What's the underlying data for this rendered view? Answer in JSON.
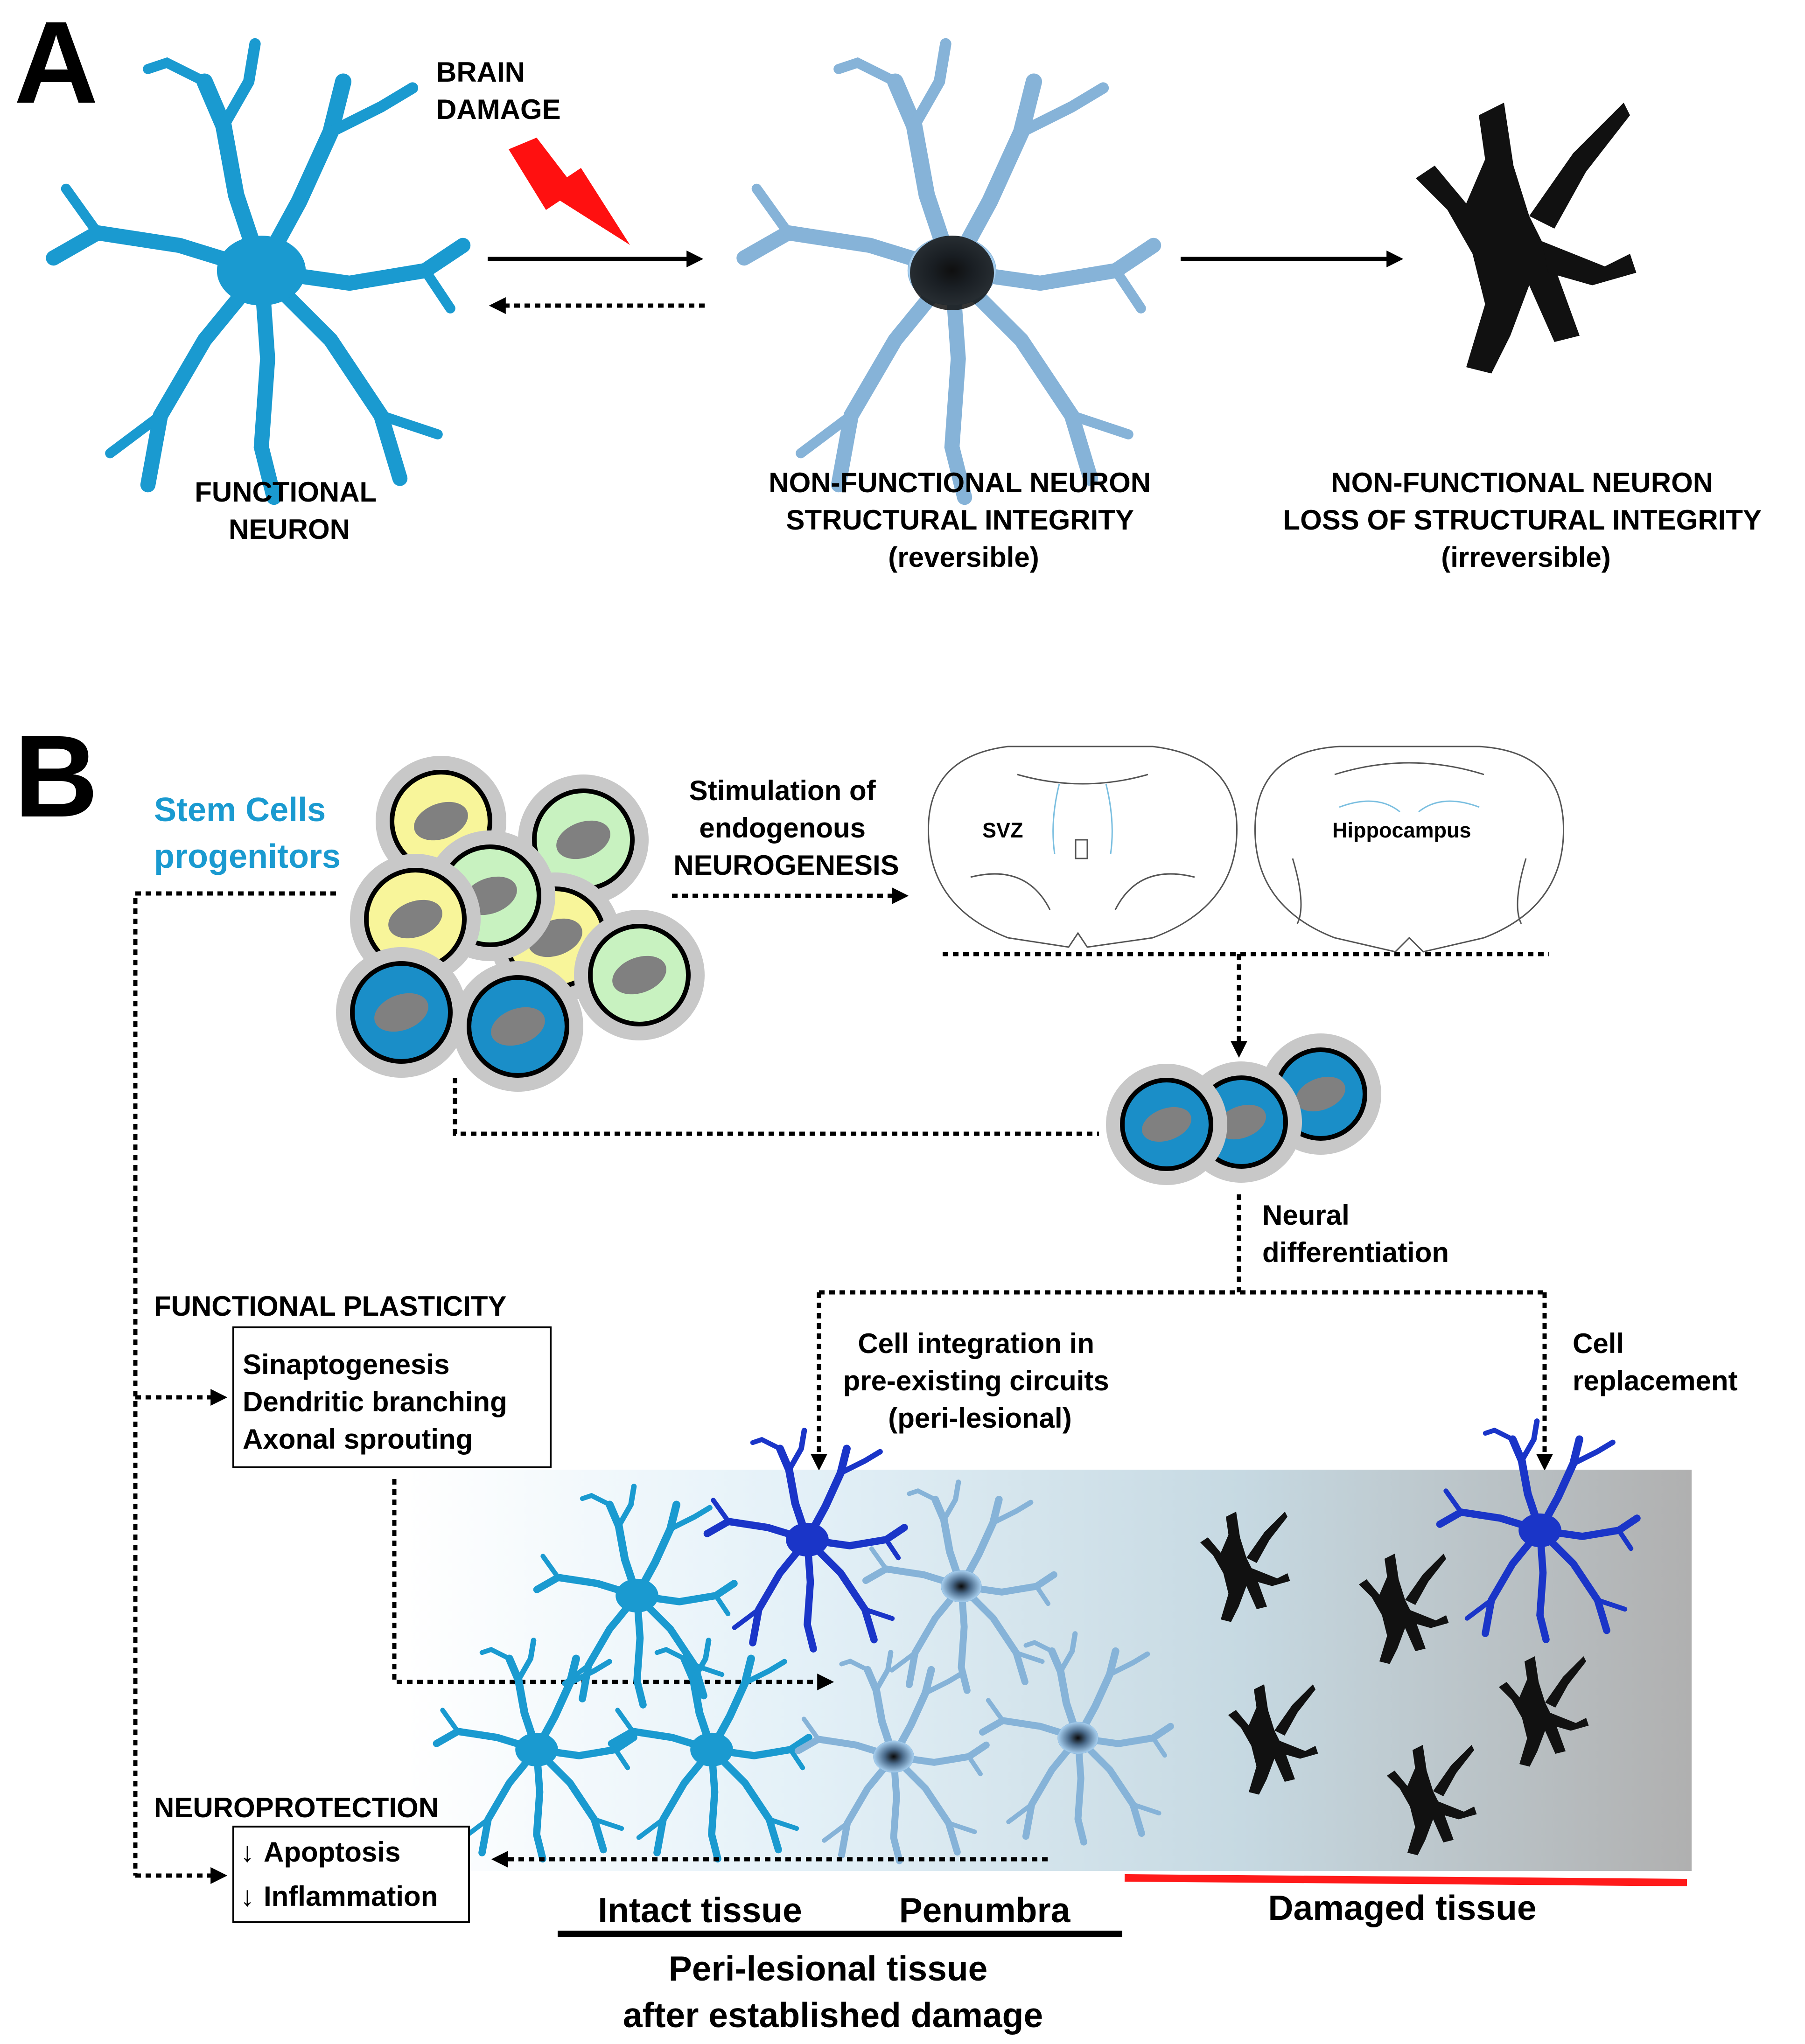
{
  "panel_a": {
    "letter": "A",
    "damage_label": [
      "BRAIN",
      "DAMAGE"
    ],
    "neuron1_label": [
      "FUNCTIONAL",
      "NEURON"
    ],
    "neuron2_label": [
      "NON-FUNCTIONAL NEURON",
      "STRUCTURAL INTEGRITY",
      "(reversible)"
    ],
    "neuron3_label": [
      "NON-FUNCTIONAL NEURON",
      "LOSS OF STRUCTURAL INTEGRITY",
      "(irreversible)"
    ]
  },
  "panel_b": {
    "letter": "B",
    "stem_cells_label": [
      "Stem Cells",
      "progenitors"
    ],
    "stimulation_label": [
      "Stimulation of",
      "endogenous",
      "NEUROGENESIS"
    ],
    "svz_label": "SVZ",
    "hippocampus_label": "Hippocampus",
    "neural_diff_label": [
      "Neural",
      "differentiation"
    ],
    "cell_integration_label": [
      "Cell integration in",
      "pre-existing circuits",
      "(peri-lesional)"
    ],
    "cell_replacement_label": [
      "Cell",
      "replacement"
    ],
    "functional_plasticity_title": "FUNCTIONAL PLASTICITY",
    "plasticity_items": [
      "Sinaptogenesis",
      "Dendritic branching",
      "Axonal sprouting"
    ],
    "neuroprotection_title": "NEUROPROTECTION",
    "neuroprotection_items": [
      "Apoptosis",
      "Inflammation"
    ],
    "down_arrow_glyph": "↓",
    "intact_label": "Intact tissue",
    "penumbra_label": "Penumbra",
    "damaged_label": "Damaged tissue",
    "perilesional_label": [
      "Peri-lesional tissue",
      "after established damage"
    ]
  },
  "colors": {
    "functional_neuron": "#1a9ad0",
    "integrated_neuron": "#1a35c8",
    "damaged_neuron": "#111111",
    "lightning": "#ff1010",
    "damaged_bar": "#ff1a1a",
    "cell_yellow": "#f8f59a",
    "cell_green": "#c8f2c0",
    "cell_blue": "#1a8ec8",
    "nucleus": "#808080"
  }
}
